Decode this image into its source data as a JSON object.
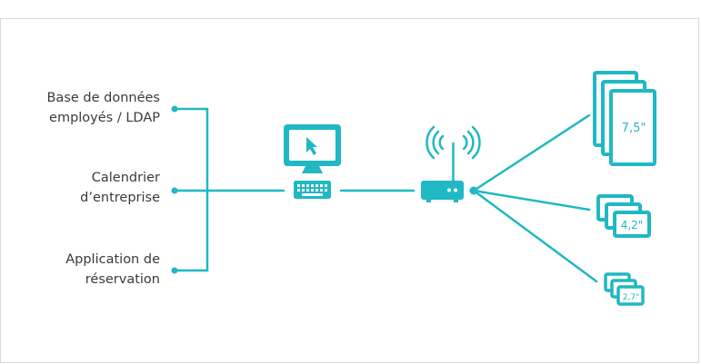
{
  "sources": [
    {
      "line1": "Base de données",
      "line2": "employés / LDAP"
    },
    {
      "line1": "Calendrier",
      "line2": "d’entreprise"
    },
    {
      "line1": "Application de",
      "line2": "réservation"
    }
  ],
  "screens": [
    {
      "size": "7,5\""
    },
    {
      "size": "4,2\""
    },
    {
      "size": "2,7\""
    }
  ],
  "colors": {
    "accent": "#1fb8c4",
    "text": "#3a3a3a",
    "border": "#d9d9d9"
  },
  "icons": [
    "computer-icon",
    "keyboard-icon",
    "cursor-icon",
    "wifi-router-icon",
    "display-stack-icon"
  ]
}
